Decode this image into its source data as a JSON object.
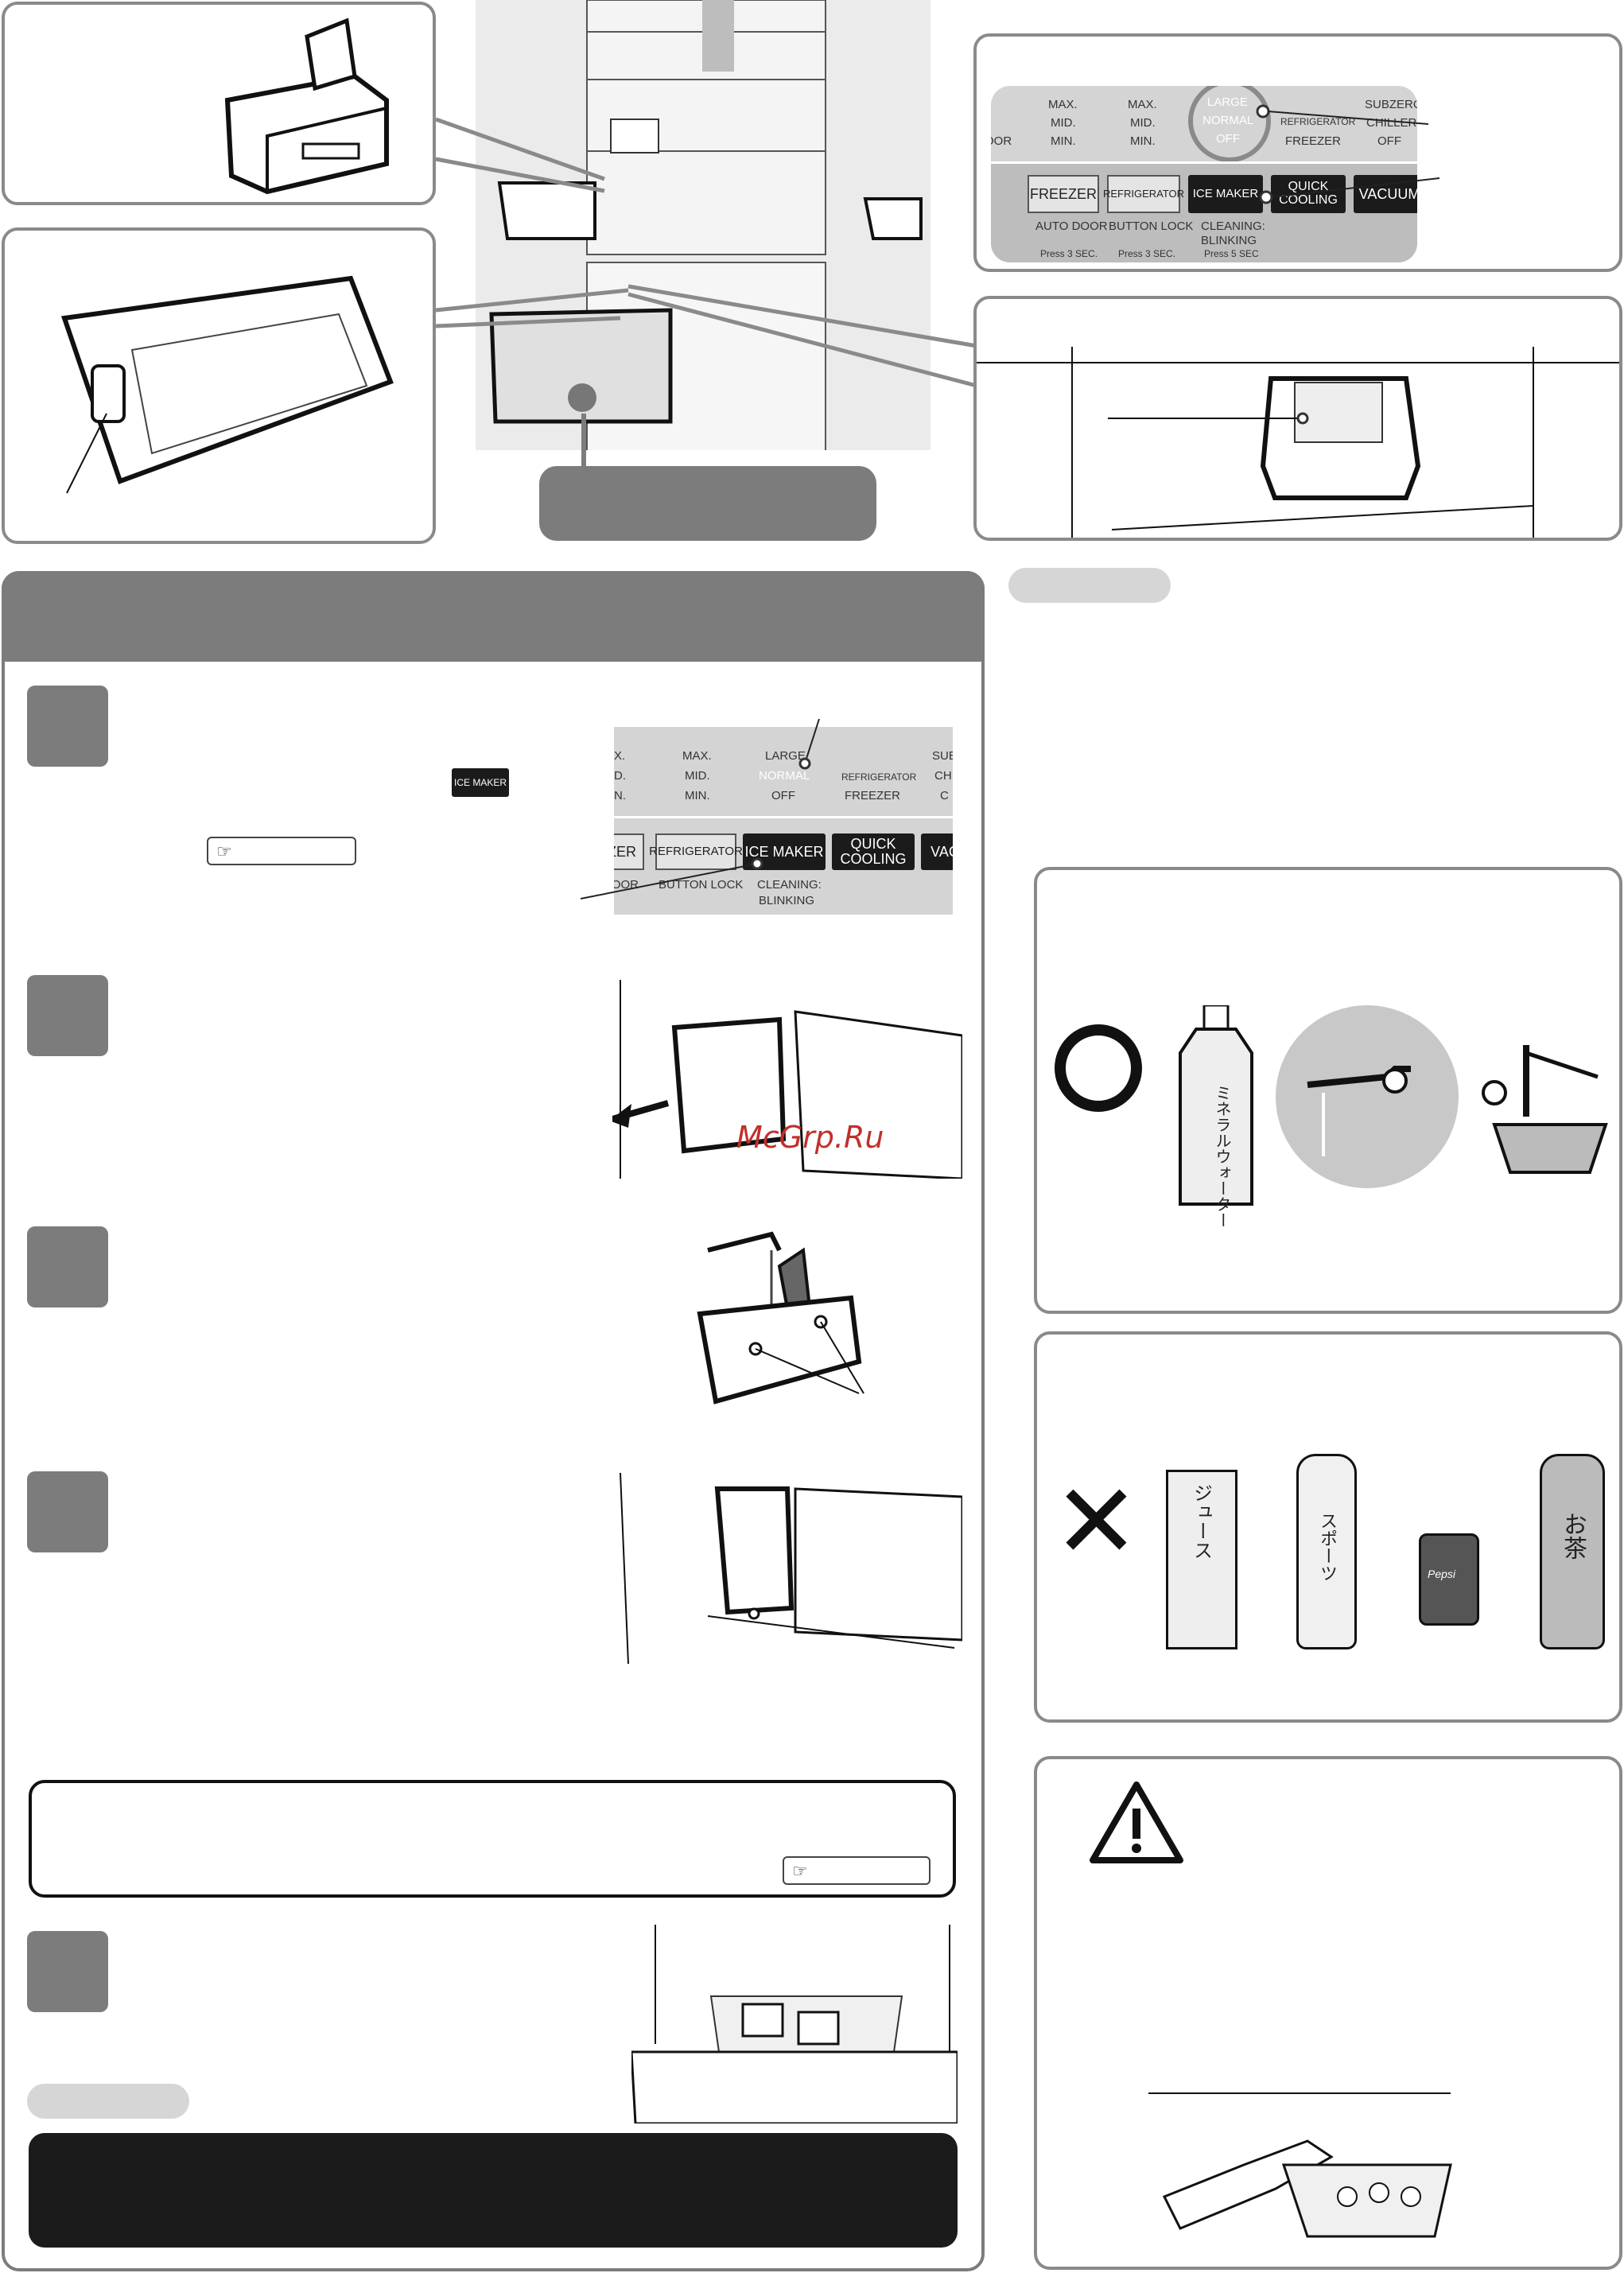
{
  "control_panel_top": {
    "col1": {
      "max": "MAX.",
      "mid": "MID.",
      "min": "MIN."
    },
    "col0": {
      "min": "OOR"
    },
    "col2": {
      "max": "MAX.",
      "mid": "MID.",
      "min": "MIN."
    },
    "dial": {
      "large": "LARGE",
      "normal": "NORMAL",
      "off": "OFF"
    },
    "col3": {
      "top": "REFRIGERATOR",
      "bottom": "FREEZER"
    },
    "col4": {
      "top": "SUBZERO",
      "mid": "CHILLER",
      "bottom": "OFF"
    },
    "buttons": {
      "freezer": "FREEZER",
      "refrigerator": "REFRIGERATOR",
      "ice_maker": "ICE MAKER",
      "quick_cooling": "QUICK COOLING",
      "vacuum": "VACUUM"
    },
    "sub": {
      "auto_door": "AUTO DOOR",
      "button_lock": "BUTTON LOCK",
      "cleaning": "CLEANING:",
      "blinking": "BLINKING"
    },
    "press": {
      "p1": "Press 3 SEC.",
      "p2": "Press 3 SEC.",
      "p3": "Press 5 SEC"
    }
  },
  "step1": {
    "ice_maker_chip": "ICE MAKER",
    "panel": {
      "c1": {
        "max": "X.",
        "mid": "D.",
        "min": "N."
      },
      "c2": {
        "max": "MAX.",
        "mid": "MID.",
        "min": "MIN."
      },
      "dial": {
        "large": "LARGE",
        "normal": "NORMAL",
        "off": "OFF"
      },
      "c3": {
        "top": "REFRIGERATOR",
        "bottom": "FREEZER"
      },
      "c4": {
        "top": "SUB",
        "mid": "CH",
        "bottom": "C"
      },
      "buttons": {
        "freezer": "ZER",
        "refrigerator": "REFRIGERATOR",
        "ice_maker": "ICE MAKER",
        "quick_cooling": "QUICK COOLING",
        "vacuum": "VAC"
      },
      "sub": {
        "door": "DOOR",
        "button_lock": "BUTTON LOCK",
        "cleaning": "CLEANING:",
        "blinking": "BLINKING"
      }
    }
  },
  "watermark": "McGrp.Ru",
  "good_water": {
    "symbol": "◯",
    "bottle_label": "ミネラルウォーター"
  },
  "bad_drinks": {
    "symbol": "✕",
    "juice": "ジュース",
    "sports": "スポーツ",
    "can": "Pepsi",
    "tea": "お茶"
  },
  "warning": {
    "icon": "warning-triangle-icon"
  }
}
